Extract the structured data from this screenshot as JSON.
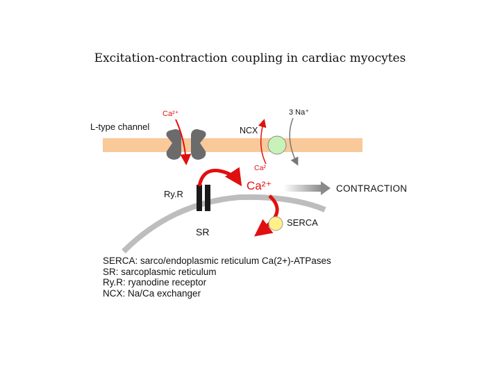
{
  "title": "Excitation-contraction coupling in cardiac myocytes",
  "labels": {
    "l_type_channel": "L-type channel",
    "ca_in": "Ca²⁺",
    "na3": "3 Na⁺",
    "ncx": "NCX",
    "ca_ncx": "Ca²",
    "ca_big": "Ca²⁺",
    "contraction": "CONTRACTION",
    "ryr": "Ry.R",
    "serca": "SERCA",
    "sr": "SR"
  },
  "legend": [
    "SERCA: sarco/endoplasmic reticulum Ca(2+)-ATPases",
    "SR: sarcoplasmic reticulum",
    "Ry.R: ryanodine receptor",
    "NCX: Na/Ca exchanger"
  ],
  "colors": {
    "membrane": "#f9c99a",
    "red_arrow": "#e01010",
    "ncx_circle": "#c8f2b9",
    "serca_circle": "#fff08a",
    "channel": "#6b6b6b",
    "sr_line": "#bdbdbd"
  }
}
